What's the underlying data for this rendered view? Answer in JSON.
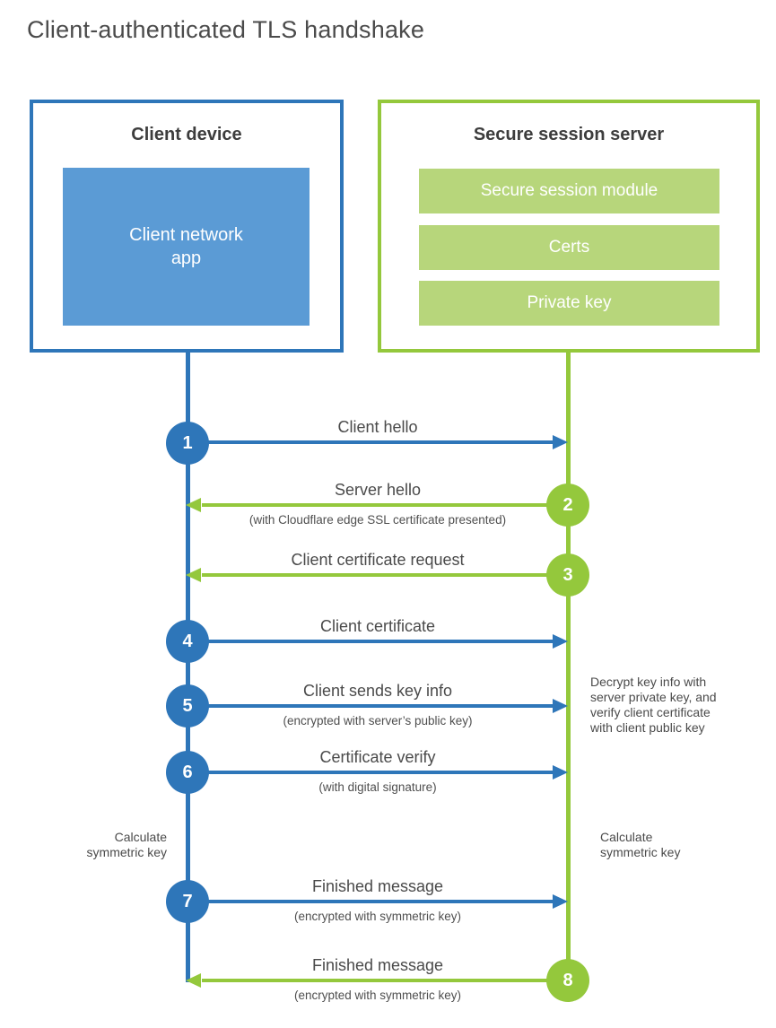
{
  "title": "Client-authenticated TLS handshake",
  "colors": {
    "blue_stroke": "#2e76b9",
    "blue_fill": "#5b9bd5",
    "green_stroke": "#94c83c",
    "green_fill": "#b7d67b",
    "text_gray": "#4a4a4a"
  },
  "client": {
    "title": "Client device",
    "app_label": "Client network\napp"
  },
  "server": {
    "title": "Secure session server",
    "modules": [
      "Secure session module",
      "Certs",
      "Private key"
    ]
  },
  "messages": [
    {
      "num": "1",
      "from": "client",
      "to": "server",
      "label": "Client hello",
      "sub": ""
    },
    {
      "num": "2",
      "from": "server",
      "to": "client",
      "label": "Server hello",
      "sub": "(with Cloudflare edge SSL certificate presented)"
    },
    {
      "num": "3",
      "from": "server",
      "to": "client",
      "label": "Client certificate request",
      "sub": ""
    },
    {
      "num": "4",
      "from": "client",
      "to": "server",
      "label": "Client certificate",
      "sub": ""
    },
    {
      "num": "5",
      "from": "client",
      "to": "server",
      "label": "Client sends key info",
      "sub": "(encrypted with server’s public key)"
    },
    {
      "num": "6",
      "from": "client",
      "to": "server",
      "label": "Certificate verify",
      "sub": "(with digital signature)"
    },
    {
      "num": "7",
      "from": "client",
      "to": "server",
      "label": "Finished message",
      "sub": "(encrypted with symmetric key)"
    },
    {
      "num": "8",
      "from": "server",
      "to": "client",
      "label": "Finished message",
      "sub": "(encrypted with symmetric key)"
    }
  ],
  "notes": {
    "decrypt": "Decrypt key info with\nserver private key, and\nverify client certificate\nwith client public key",
    "calc_left": "Calculate\nsymmetric key",
    "calc_right": "Calculate\nsymmetric key"
  }
}
